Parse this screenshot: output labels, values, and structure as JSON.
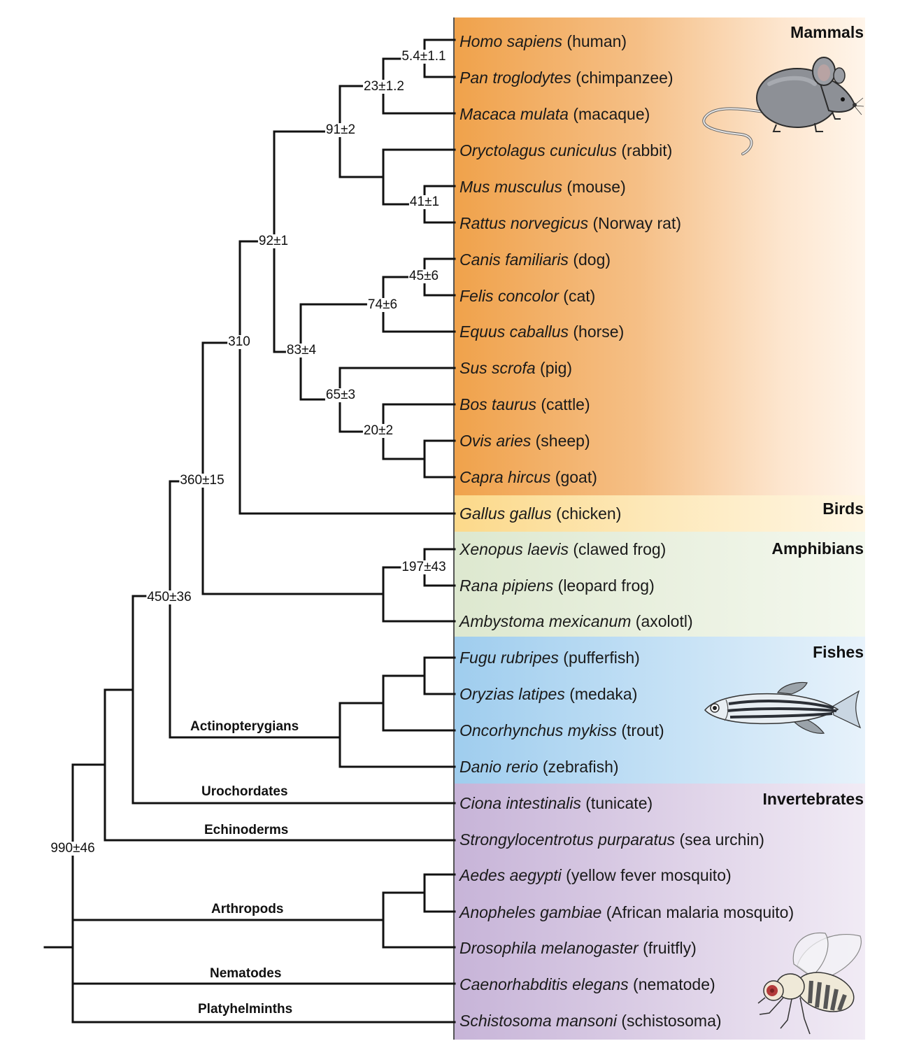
{
  "groups": {
    "mammals": "Mammals",
    "birds": "Birds",
    "amphibians": "Amphibians",
    "fishes": "Fishes",
    "invertebrates": "Invertebrates"
  },
  "species": [
    {
      "latin": "Homo sapiens",
      "common": " (human)"
    },
    {
      "latin": "Pan troglodytes",
      "common": " (chimpanzee)"
    },
    {
      "latin": "Macaca mulata",
      "common": " (macaque)"
    },
    {
      "latin": "Oryctolagus cuniculus",
      "common": " (rabbit)"
    },
    {
      "latin": "Mus musculus",
      "common": " (mouse)"
    },
    {
      "latin": "Rattus norvegicus",
      "common": " (Norway rat)"
    },
    {
      "latin": "Canis familiaris",
      "common": " (dog)"
    },
    {
      "latin": "Felis concolor",
      "common": " (cat)"
    },
    {
      "latin": "Equus caballus",
      "common": " (horse)"
    },
    {
      "latin": "Sus scrofa",
      "common": " (pig)"
    },
    {
      "latin": "Bos taurus",
      "common": " (cattle)"
    },
    {
      "latin": "Ovis aries",
      "common": " (sheep)"
    },
    {
      "latin": "Capra hircus",
      "common": " (goat)"
    },
    {
      "latin": "Gallus gallus",
      "common": " (chicken)"
    },
    {
      "latin": "Xenopus laevis",
      "common": " (clawed frog)"
    },
    {
      "latin": "Rana pipiens",
      "common": " (leopard frog)"
    },
    {
      "latin": "Ambystoma mexicanum",
      "common": " (axolotl)"
    },
    {
      "latin": "Fugu rubripes",
      "common": " (pufferfish)"
    },
    {
      "latin": "Oryzias latipes",
      "common": " (medaka)"
    },
    {
      "latin": "Oncorhynchus mykiss",
      "common": " (trout)"
    },
    {
      "latin": "Danio rerio",
      "common": " (zebrafish)"
    },
    {
      "latin": "Ciona intestinalis",
      "common": " (tunicate)"
    },
    {
      "latin": "Strongylocentrotus purparatus",
      "common": " (sea urchin)"
    },
    {
      "latin": "Aedes aegypti",
      "common": " (yellow fever mosquito)"
    },
    {
      "latin": "Anopheles gambiae",
      "common": " (African malaria mosquito)"
    },
    {
      "latin": "Drosophila melanogaster",
      "common": " (fruitfly)"
    },
    {
      "latin": "Caenorhabditis elegans",
      "common": " (nematode)"
    },
    {
      "latin": "Schistosoma mansoni",
      "common": " (schistosoma)"
    }
  ],
  "clades": {
    "actinopterygians": "Actinopterygians",
    "urochordates": "Urochordates",
    "echinoderms": "Echinoderms",
    "arthropods": "Arthropods",
    "nematodes": "Nematodes",
    "platyhelminths": "Platyhelminths"
  },
  "node_labels": {
    "human_chimp": "5.4±1.1",
    "primates": "23±1.2",
    "euarchontoglires": "91±2",
    "rodents": "41±1",
    "boreoeutheria": "92±1",
    "carnivores": "45±6",
    "laurasiatheria_a": "74±6",
    "laurasiatheria": "83±4",
    "cetartiodactyla": "65±3",
    "bovids": "20±2",
    "amniotes": "310",
    "tetrapods": "360±15",
    "amphibians": "197±43",
    "vertebrates": "450±36",
    "root": "990±46"
  },
  "colors": {
    "mammals": "#f0a24b",
    "birds": "#fcd98a",
    "amphibians": "#dde8cf",
    "fishes": "#9fcdee",
    "invertebrates": "#c7b4d8"
  },
  "illustrations": [
    "mouse",
    "zebrafish",
    "fruitfly"
  ]
}
